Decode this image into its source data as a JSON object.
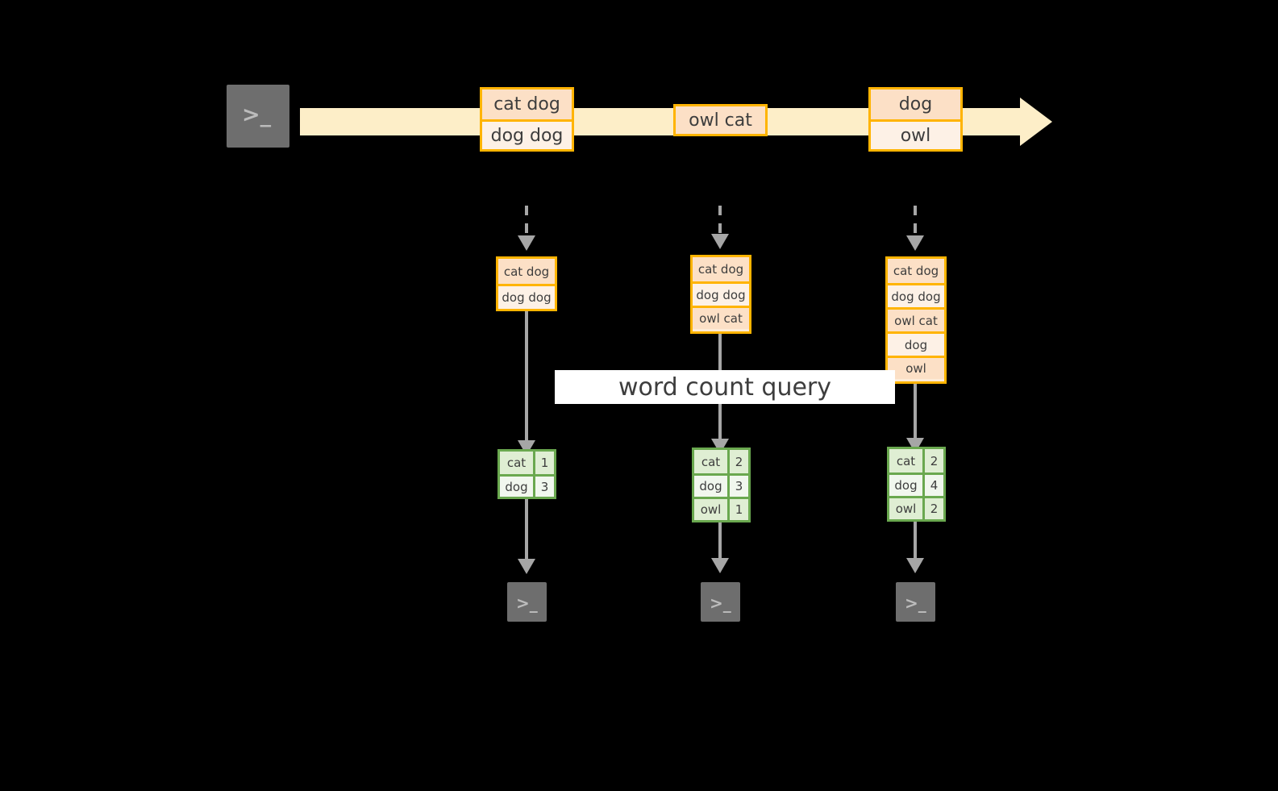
{
  "diagram": {
    "title_label": "word count query",
    "colors": {
      "stream_fill": "#fdeec8",
      "box_border": "#ffb400",
      "box_fill_dark": "#fce0c6",
      "box_fill_light": "#fdf1e6",
      "table_border": "#6aa84f",
      "table_fill_dark": "#dfeed3",
      "table_fill_light": "#f1f7ee",
      "arrow": "#a6a6a6",
      "terminal_fill": "#6e6e6e",
      "background": "#000000"
    },
    "source_terminal": {
      "icon": "terminal-prompt-icon",
      "glyph": ">_"
    },
    "stream": {
      "arrow_icon": "stream-arrow-right-icon",
      "events": [
        {
          "id": "event-1",
          "lines": [
            "cat dog",
            "dog dog"
          ]
        },
        {
          "id": "event-2",
          "lines": [
            "owl cat"
          ]
        },
        {
          "id": "event-3",
          "lines": [
            "dog",
            "owl"
          ]
        }
      ]
    },
    "columns": [
      {
        "id": "snapshot-1",
        "accumulated": [
          "cat dog",
          "dog dog"
        ],
        "result": {
          "rows": [
            {
              "word": "cat",
              "count": "1"
            },
            {
              "word": "dog",
              "count": "3"
            }
          ]
        },
        "sink_terminal": {
          "icon": "terminal-prompt-icon",
          "glyph": ">_"
        }
      },
      {
        "id": "snapshot-2",
        "accumulated": [
          "cat dog",
          "dog dog",
          "owl cat"
        ],
        "result": {
          "rows": [
            {
              "word": "cat",
              "count": "2"
            },
            {
              "word": "dog",
              "count": "3"
            },
            {
              "word": "owl",
              "count": "1"
            }
          ]
        },
        "sink_terminal": {
          "icon": "terminal-prompt-icon",
          "glyph": ">_"
        }
      },
      {
        "id": "snapshot-3",
        "accumulated": [
          "cat dog",
          "dog dog",
          "owl cat",
          "dog",
          "owl"
        ],
        "result": {
          "rows": [
            {
              "word": "cat",
              "count": "2"
            },
            {
              "word": "dog",
              "count": "4"
            },
            {
              "word": "owl",
              "count": "2"
            }
          ]
        },
        "sink_terminal": {
          "icon": "terminal-prompt-icon",
          "glyph": ">_"
        }
      }
    ]
  }
}
